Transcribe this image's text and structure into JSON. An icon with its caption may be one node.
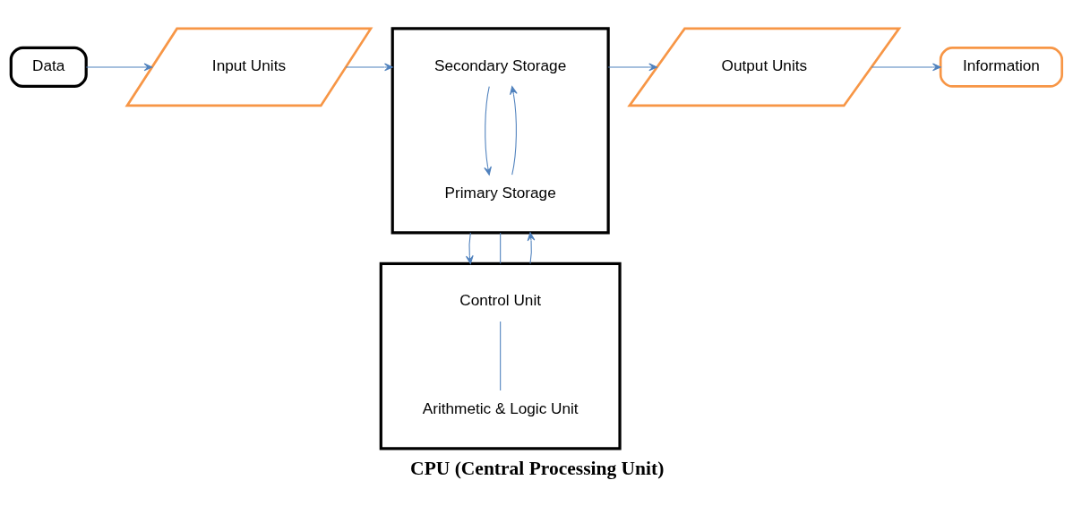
{
  "diagram": {
    "caption": "CPU (Central Processing Unit)",
    "nodes": [
      {
        "text": [
          "Data"
        ]
      },
      {
        "text": [
          "Input Units"
        ]
      },
      {
        "text": [],
        "shape": "box"
      },
      {
        "text": [
          "Secondary Storage"
        ],
        "in": 2
      },
      {
        "text": [
          "Primary Storage"
        ],
        "in": 2
      },
      {
        "text": [
          "Output Units"
        ]
      },
      {
        "text": [
          "Information"
        ]
      },
      {
        "text": [],
        "shape": "box"
      },
      {
        "text": [
          "Control Unit"
        ],
        "in": 7
      },
      {
        "text": [
          "Arithmetic & Logic Unit"
        ],
        "in": 7
      }
    ],
    "edges": [
      {
        "from": 0,
        "to": 1,
        "arrow": "to"
      },
      {
        "from": 1,
        "to": 2,
        "arrow": "to"
      },
      {
        "from": 2,
        "to": 5,
        "arrow": "to"
      },
      {
        "from": 5,
        "to": 6,
        "arrow": "to"
      },
      {
        "from": 3,
        "to": 4,
        "arrow": "to"
      },
      {
        "from": 4,
        "to": 3,
        "arrow": "to"
      },
      {
        "from": 2,
        "to": 7,
        "arrow": "to"
      },
      {
        "from": 2,
        "to": 7,
        "arrow": "none"
      },
      {
        "from": 7,
        "to": 2,
        "arrow": "to"
      },
      {
        "from": 8,
        "to": 9,
        "arrow": "none"
      }
    ]
  }
}
